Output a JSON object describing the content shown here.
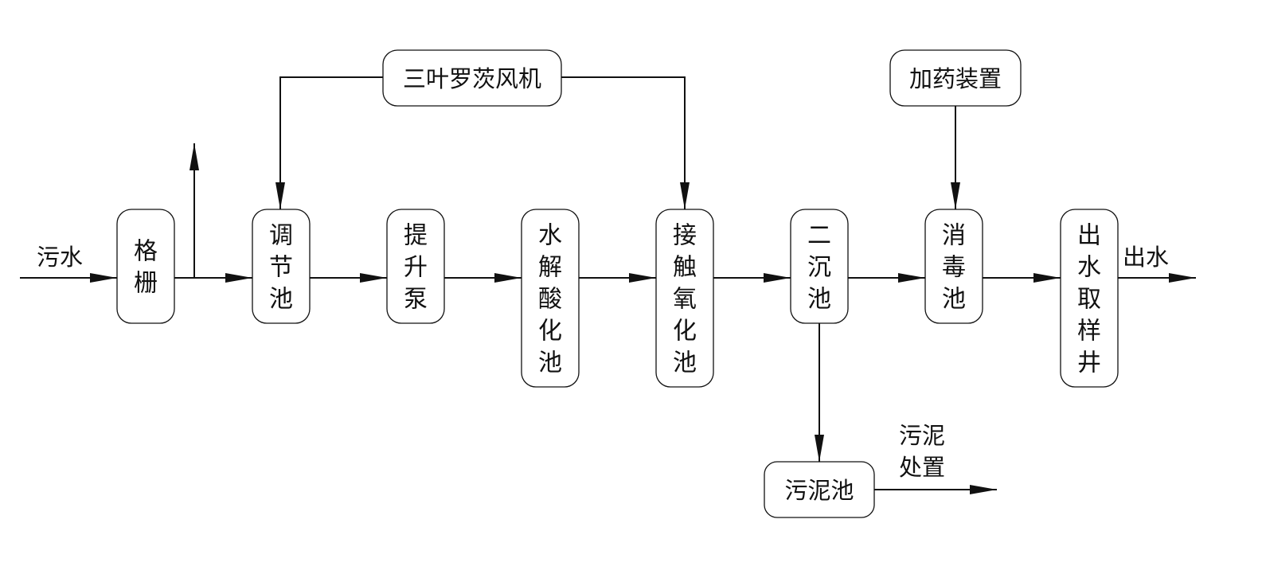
{
  "labels": {
    "inflow": "污水",
    "outflow": "出水",
    "sludge_disposal_line1": "污泥",
    "sludge_disposal_line2": "处置"
  },
  "nodes": {
    "grid": "格栅",
    "adjust": "调节池",
    "pump": "提升泵",
    "hydrolysis": "水解酸化池",
    "contact": "接触氧化池",
    "secondary": "二沉池",
    "disinfect": "消毒池",
    "sampling": "出水取样井",
    "blower": "三叶罗茨风机",
    "dosing": "加药装置",
    "sludge": "污泥池"
  }
}
